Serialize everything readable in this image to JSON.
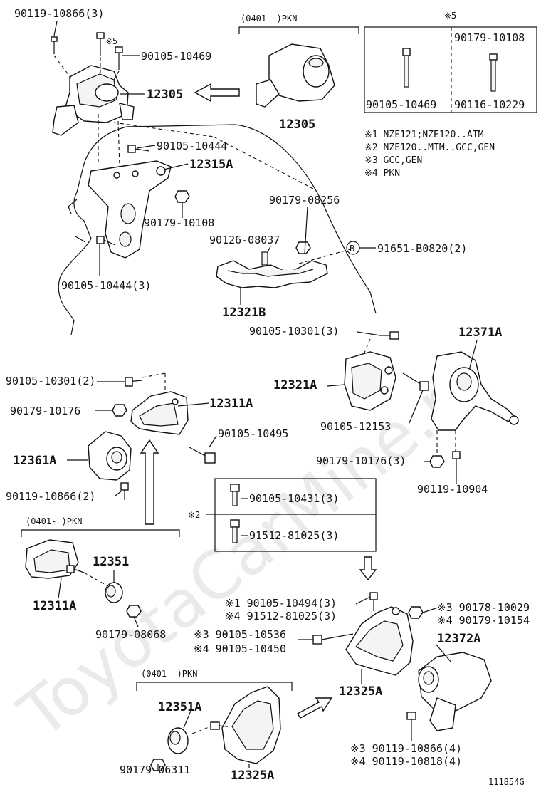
{
  "watermark": "ToyotaCarMine.ru",
  "figure_code": "111854G",
  "labels": {
    "p90119_10866_3": "90119-10866(3)",
    "p90105_10469_a": "90105-10469",
    "p12305_a": "12305",
    "p12305_b": "12305",
    "pkn_range_1": "(0401-     )PKN",
    "pkn_range_2": "(0401-     )PKN",
    "pkn_range_3": "(0401-     )PKN",
    "note5_mark": "※5",
    "note5_mark_small": "※5",
    "p90179_10108_a": "90179-10108",
    "p90105_10469_b": "90105-10469",
    "p90116_10229": "90116-10229",
    "p90105_10444": "90105-10444",
    "p12315A": "12315A",
    "p90179_10108_b": "90179-10108",
    "p90105_10444_3": "90105-10444(3)",
    "p90179_08256": "90179-08256",
    "p90126_08037": "90126-08037",
    "callout_b": "B",
    "p91651_B0820_2": "91651-B0820(2)",
    "p12321B": "12321B",
    "p90105_10301_3": "90105-10301(3)",
    "p12371A": "12371A",
    "p90105_10301_2": "90105-10301(2)",
    "p12321A": "12321A",
    "p12311A_a": "12311A",
    "p90179_10176_a": "90179-10176",
    "p90105_12153": "90105-12153",
    "p90105_10495": "90105-10495",
    "p12361A": "12361A",
    "p90179_10176_3": "90179-10176(3)",
    "p90119_10866_2": "90119-10866(2)",
    "p90119_10904": "90119-10904",
    "p90105_10431_3": "90105-10431(3)",
    "note2_mark": "※2",
    "p91512_81025_3a": "91512-81025(3)",
    "p12351": "12351",
    "p12311A_b": "12311A",
    "p90105_10494_3": "※1 90105-10494(3)",
    "p91512_81025_3b": "※4 91512-81025(3)",
    "p90178_10029": "※3 90178-10029",
    "p90179_10154": "※4 90179-10154",
    "p90179_08068": "90179-08068",
    "p90105_10536": "※3 90105-10536",
    "p90105_10450": "※4 90105-10450",
    "p12372A": "12372A",
    "p12325A_a": "12325A",
    "p12351A": "12351A",
    "p90179_06311": "90179-06311",
    "p12325A_b": "12325A",
    "p90119_10866_4": "※3 90119-10866(4)",
    "p90119_10818_4": "※4 90119-10818(4)"
  },
  "notes": [
    "※1 NZE121;NZE120..ATM",
    "※2 NZE120..MTM..GCC,GEN",
    "※3 GCC,GEN",
    "※4 PKN"
  ]
}
